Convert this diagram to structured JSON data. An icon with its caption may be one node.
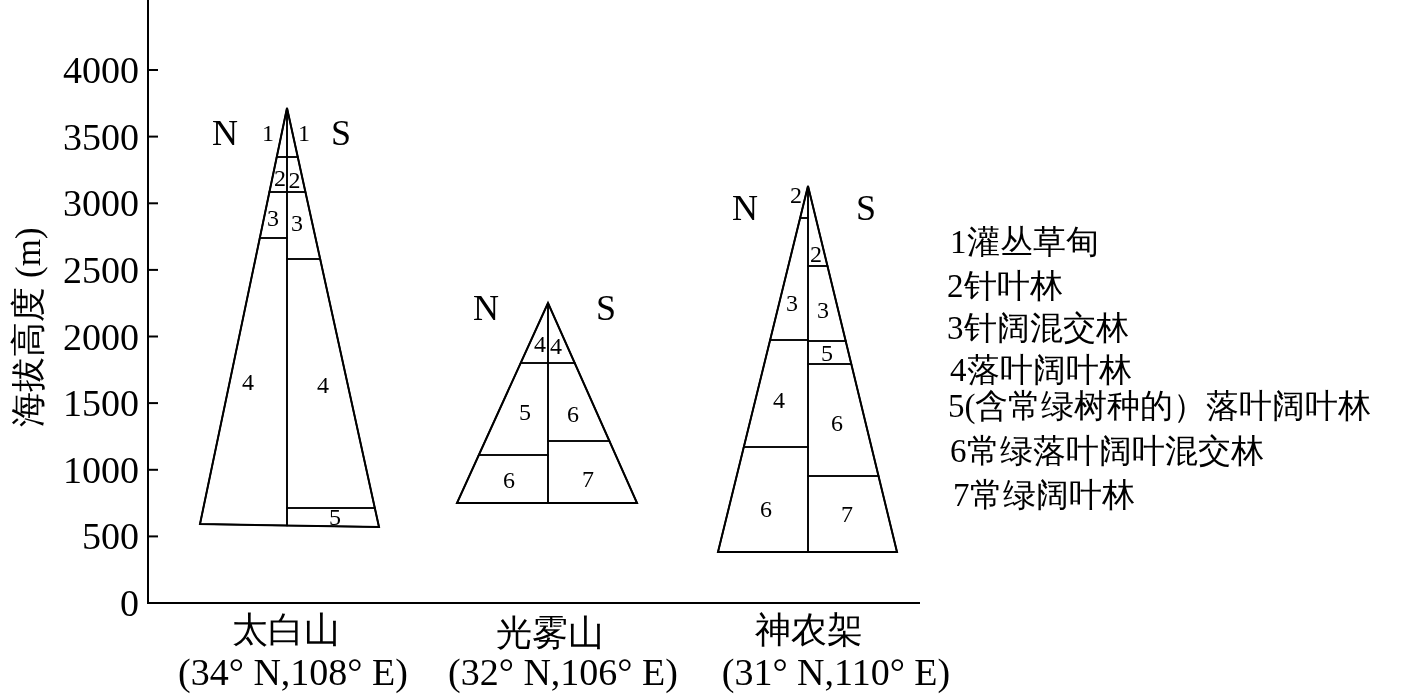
{
  "diagram": {
    "nodes": [
      {
        "text": [],
        "shape": "triangle",
        "beside": [
          "N",
          "S",
          "太白山",
          "(34° N,108° E)"
        ]
      },
      {
        "text": [
          "1"
        ],
        "in": 0
      },
      {
        "text": [
          "1"
        ],
        "in": 0
      },
      {
        "text": [
          "2"
        ],
        "in": 0
      },
      {
        "text": [
          "2"
        ],
        "in": 0
      },
      {
        "text": [
          "3"
        ],
        "in": 0
      },
      {
        "text": [
          "3"
        ],
        "in": 0
      },
      {
        "text": [
          "4"
        ],
        "in": 0
      },
      {
        "text": [
          "4"
        ],
        "in": 0
      },
      {
        "text": [
          "5"
        ],
        "in": 0
      },
      {
        "text": [],
        "shape": "triangle",
        "beside": [
          "N",
          "S",
          "光雾山",
          "(32° N,106° E)"
        ]
      },
      {
        "text": [
          "4"
        ],
        "in": 10
      },
      {
        "text": [
          "4"
        ],
        "in": 10
      },
      {
        "text": [
          "5"
        ],
        "in": 10
      },
      {
        "text": [
          "6"
        ],
        "in": 10
      },
      {
        "text": [
          "6"
        ],
        "in": 10
      },
      {
        "text": [
          "7"
        ],
        "in": 10
      },
      {
        "text": [],
        "shape": "triangle",
        "beside": [
          "N",
          "S",
          "神农架",
          "(31° N,110° E)"
        ]
      },
      {
        "text": [
          "2"
        ],
        "in": 17
      },
      {
        "text": [
          "2"
        ],
        "in": 17
      },
      {
        "text": [
          "3"
        ],
        "in": 17
      },
      {
        "text": [
          "3"
        ],
        "in": 17
      },
      {
        "text": [
          "5"
        ],
        "in": 17
      },
      {
        "text": [
          "4"
        ],
        "in": 17
      },
      {
        "text": [
          "6"
        ],
        "in": 17
      },
      {
        "text": [
          "6"
        ],
        "in": 17
      },
      {
        "text": [
          "7"
        ],
        "in": 17
      }
    ],
    "labels": [
      "海拔高度 (m)",
      "4000",
      "3500",
      "3000",
      "2500",
      "2000",
      "1500",
      "1000",
      "500",
      "0"
    ],
    "legend": [
      {
        "text": "1灌丛草甸"
      },
      {
        "text": "2针叶林"
      },
      {
        "text": "3针阔混交林"
      },
      {
        "text": "4落叶阔叶林"
      },
      {
        "text": "5(含常绿树种的）落叶阔叶林"
      },
      {
        "text": "6常绿落叶阔叶混交林"
      },
      {
        "text": "7常绿阔叶林"
      }
    ]
  }
}
